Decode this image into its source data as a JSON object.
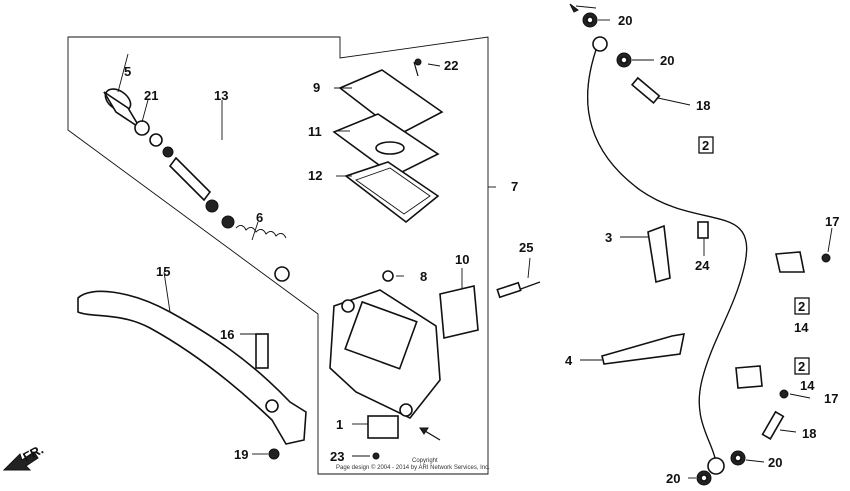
{
  "diagram": {
    "callouts": {
      "c1": "1",
      "c2a": "2",
      "c2b": "2",
      "c2c": "2",
      "c3": "3",
      "c4": "4",
      "c5": "5",
      "c6": "6",
      "c7": "7",
      "c8": "8",
      "c9": "9",
      "c10": "10",
      "c11": "11",
      "c12": "12",
      "c13": "13",
      "c14a": "14",
      "c14b": "14",
      "c15": "15",
      "c16": "16",
      "c17a": "17",
      "c17b": "17",
      "c18a": "18",
      "c18b": "18",
      "c19": "19",
      "c20a": "20",
      "c20b": "20",
      "c20c": "20",
      "c20d": "20",
      "c21": "21",
      "c22": "22",
      "c23": "23",
      "c24": "24",
      "c25": "25"
    },
    "direction_label": "FR.",
    "copyright_line1": "Copyright",
    "copyright_line2": "Page design © 2004 - 2014 by ARI Network Services, Inc."
  }
}
